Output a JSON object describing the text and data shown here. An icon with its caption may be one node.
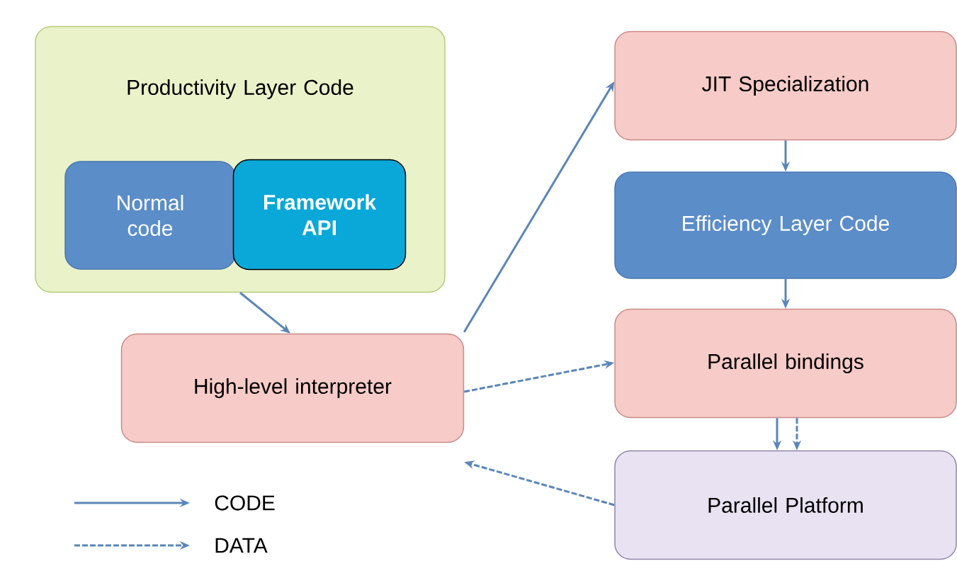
{
  "diagram": {
    "nodes": [
      {
        "text": [
          "Productivity Layer Code"
        ]
      },
      {
        "text": [
          "Normal code"
        ],
        "in": 0
      },
      {
        "text": [
          "Framework API"
        ],
        "in": 0
      },
      {
        "text": [
          "High-level interpreter"
        ]
      },
      {
        "text": [
          "JIT Specialization"
        ]
      },
      {
        "text": [
          "Efficiency Layer Code"
        ]
      },
      {
        "text": [
          "Parallel bindings"
        ]
      },
      {
        "text": [
          "Parallel Platform"
        ]
      }
    ],
    "edges": [
      {
        "from": 0,
        "to": 3,
        "arrow": "to"
      },
      {
        "from": 3,
        "to": 4,
        "arrow": "to"
      },
      {
        "from": 4,
        "to": 5,
        "arrow": "to"
      },
      {
        "from": 5,
        "to": 6,
        "arrow": "to"
      },
      {
        "from": 6,
        "to": 7,
        "arrow": "to"
      },
      {
        "from": 6,
        "to": 7,
        "arrow": "to",
        "style": "dashed"
      },
      {
        "from": 3,
        "to": 6,
        "arrow": "to",
        "style": "dashed"
      },
      {
        "from": 7,
        "to": 3,
        "arrow": "to",
        "style": "dashed"
      }
    ],
    "legend": [
      {
        "text": "CODE"
      },
      {
        "text": "DATA"
      }
    ]
  }
}
